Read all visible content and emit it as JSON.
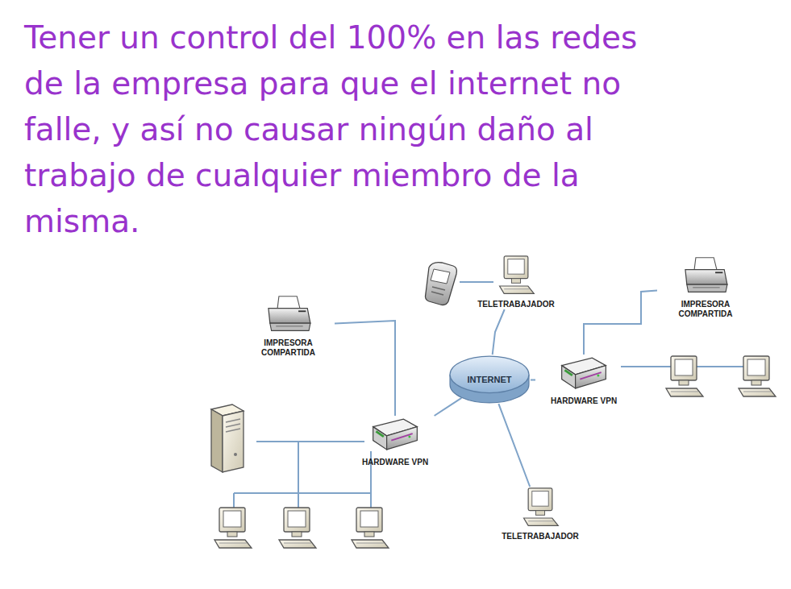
{
  "diagram": {
    "title": "Tener un control del 100% en las redes de la empresa para que el internet no falle, y así no causar ningún daño al trabajo de cualquier miembro de la misma.",
    "nodes": [
      {
        "text": [
          "TELETRABAJADOR"
        ]
      },
      {
        "text": [
          "IMPRESORA COMPARTIDA"
        ]
      },
      {
        "text": [
          "IMPRESORA COMPARTIDA"
        ]
      },
      {
        "text": [
          "INTERNET"
        ]
      },
      {
        "text": [
          "HARDWARE VPN"
        ]
      },
      {
        "text": [
          "HARDWARE VPN"
        ]
      },
      {
        "text": [
          "TELETRABAJADOR"
        ]
      }
    ],
    "edges": [
      {
        "from": 3,
        "to": 5,
        "arrow": "none"
      },
      {
        "from": 3,
        "to": 4,
        "arrow": "none"
      },
      {
        "from": 3,
        "to": 0,
        "arrow": "none"
      },
      {
        "from": 3,
        "to": 6,
        "arrow": "none"
      },
      {
        "from": 5,
        "to": 2,
        "arrow": "none"
      },
      {
        "from": 4,
        "to": 1,
        "arrow": "none"
      }
    ]
  }
}
